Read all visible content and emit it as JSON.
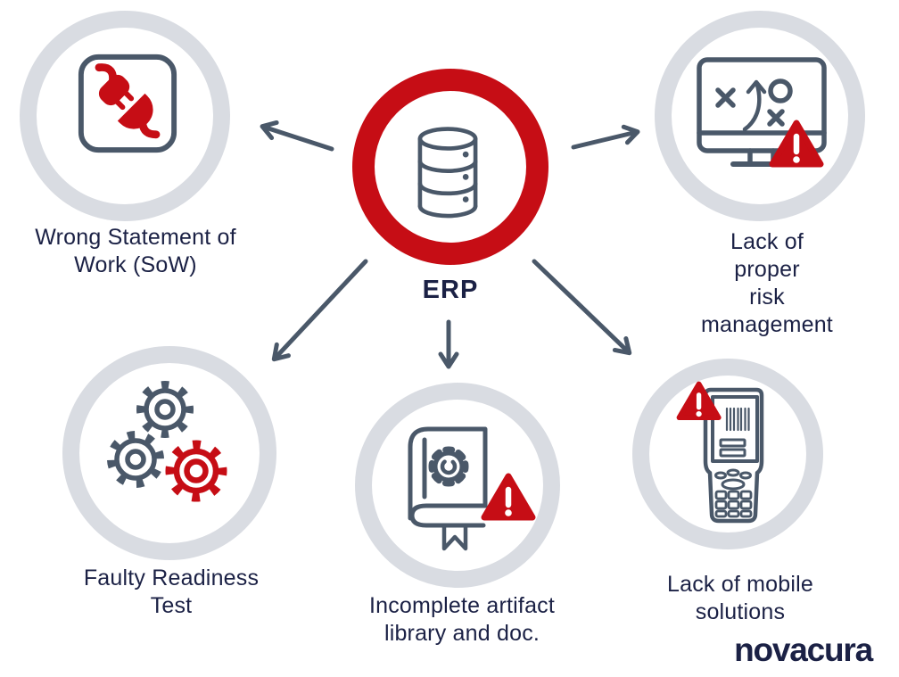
{
  "diagram": {
    "center": {
      "label": "ERP",
      "icon": "database-icon"
    },
    "nodes": [
      {
        "id": "wrong-sow",
        "icon": "disconnected-plug-icon",
        "label": "Wrong Statement of\nWork (SoW)"
      },
      {
        "id": "risk-management",
        "icon": "strategy-monitor-icon",
        "label": "Lack of proper\nrisk management",
        "has_warning": true
      },
      {
        "id": "faulty-readiness",
        "icon": "gears-icon",
        "label": "Faulty Readiness\nTest"
      },
      {
        "id": "artifact-library",
        "icon": "book-gear-icon",
        "label": "Incomplete artifact\nlibrary and doc.",
        "has_warning": true
      },
      {
        "id": "mobile-solutions",
        "icon": "handheld-scanner-icon",
        "label": "Lack of mobile\nsolutions",
        "has_warning": true
      }
    ],
    "colors": {
      "accent_red": "#c60d15",
      "icon_slate": "#4a5869",
      "text_navy": "#1b2145",
      "ring_gray": "#d9dce2",
      "background": "#ffffff",
      "warning_fill": "#c60d15"
    },
    "arrow_count": 5
  },
  "branding": {
    "logo_text": "novacura"
  }
}
